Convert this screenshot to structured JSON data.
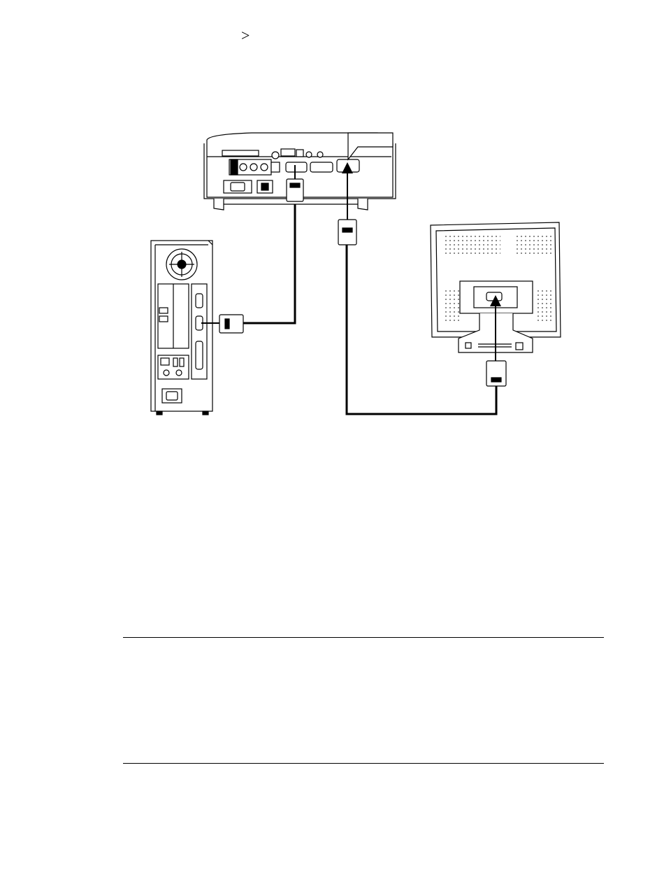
{
  "page": {
    "header_mark": ">"
  },
  "diagram": {
    "devices": [
      {
        "id": "projector",
        "icon": "projector-rear-panel-icon"
      },
      {
        "id": "computer",
        "icon": "desktop-tower-pc-icon"
      },
      {
        "id": "monitor",
        "icon": "external-monitor-rear-icon"
      }
    ],
    "connections": [
      {
        "from": "computer-vga-port",
        "to": "projector-rgb-in-port",
        "cable": "vga-cable"
      },
      {
        "from": "projector-monitor-out-port",
        "to": "monitor-vga-port",
        "cable": "vga-cable"
      }
    ],
    "colors": {
      "stroke": "#000000",
      "fill": "#ffffff",
      "shade": "#cfcfcf"
    }
  }
}
